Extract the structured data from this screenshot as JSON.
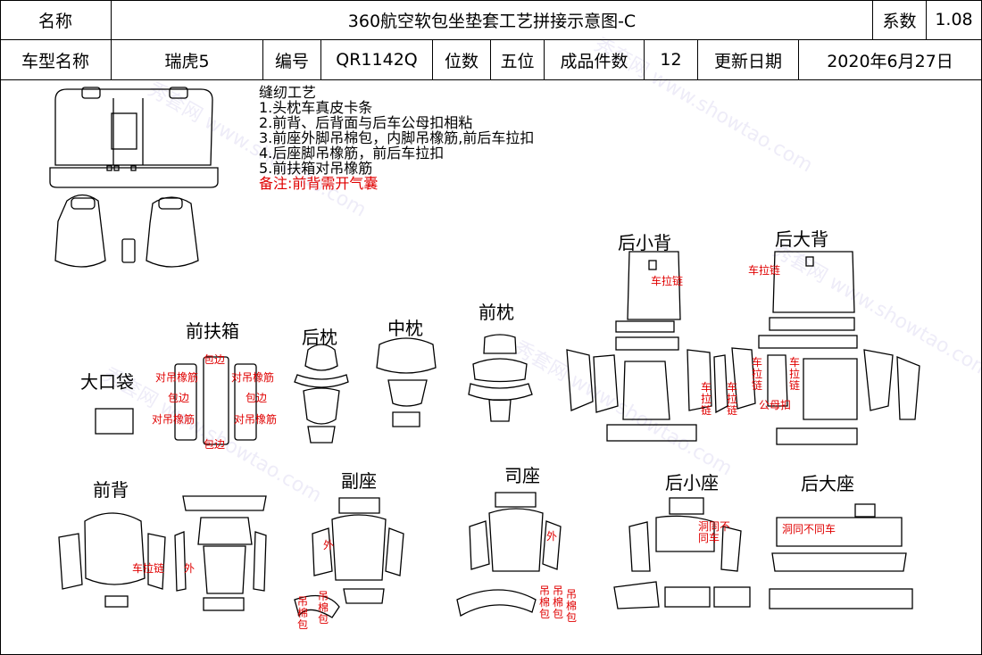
{
  "header": {
    "name_label": "名称",
    "title": "360航空软包坐垫套工艺拼接示意图-C",
    "coef_label": "系数",
    "coef_value": "1.08",
    "model_label": "车型名称",
    "model_value": "瑞虎5",
    "code_label": "编号",
    "code_value": "QR1142Q",
    "seats_label": "位数",
    "seats_value": "五位",
    "pieces_label": "成品件数",
    "pieces_value": "12",
    "date_label": "更新日期",
    "date_value": "2020年6月27日"
  },
  "notes": {
    "title": "缝纫工艺",
    "items": [
      "1.头枕车真皮卡条",
      "2.前背、后背面与后车公母扣相粘",
      "3.前座外脚吊棉包，内脚吊橡筋,前后车拉扣",
      "4.后座脚吊橡筋，前后车拉扣",
      "5.前扶箱对吊橡筋"
    ],
    "remark": "备注:前背需开气囊"
  },
  "parts": {
    "big_pocket": "大口袋",
    "front_armrest": "前扶箱",
    "rear_pillow": "后枕",
    "mid_pillow": "中枕",
    "front_pillow": "前枕",
    "rear_small_back": "后小背",
    "rear_big_back": "后大背",
    "front_back": "前背",
    "passenger_seat": "副座",
    "driver_seat": "司座",
    "rear_small_seat": "后小座",
    "rear_big_seat": "后大座"
  },
  "annotations": {
    "piping": "包边",
    "elastic_pair": "对吊橡筋",
    "zipper": "车拉链",
    "zipper_v": "车拉链",
    "male_female": "公母扣",
    "outer": "外",
    "cotton_hang": "吊棉包",
    "hole_diff": "洞同不同车",
    "hole_same": "洞同不同车"
  },
  "watermark": "秀套网 www.showtao.com",
  "colors": {
    "line": "#000000",
    "red": "#e00000"
  }
}
